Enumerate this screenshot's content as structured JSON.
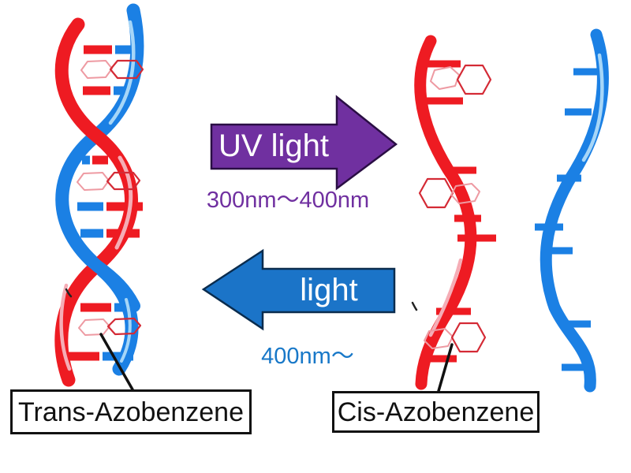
{
  "figure_name": "dna-azobenzene-photoswitch-diagram",
  "arrows": {
    "uv": {
      "label": "UV light",
      "wavelength": "300nm〜400nm",
      "direction": "right"
    },
    "visible": {
      "label": "light",
      "wavelength": "400nm〜",
      "direction": "left"
    }
  },
  "labels": {
    "trans": "Trans-Azobenzene",
    "cis": "Cis-Azobenzene"
  },
  "illustrations": {
    "left": "dna-double-helix-with-trans-azobenzene",
    "middle_right": "red-dna-single-strand-with-cis-azobenzene",
    "far_right": "blue-dna-single-strand"
  },
  "colors": {
    "red_strand": "#ee1b22",
    "blue_strand": "#1b80e4",
    "uv_purple": "#7030a0",
    "arrow_blue": "#1b74c8",
    "wavelength_blue": "#1878c8",
    "hexagon_dark": "#d42a35",
    "hexagon_light": "#ee9aa2",
    "highlight_pink": "#f5adb6",
    "highlight_blue": "#a6d6f8",
    "label_ink": "#111111",
    "bg": "#ffffff"
  }
}
